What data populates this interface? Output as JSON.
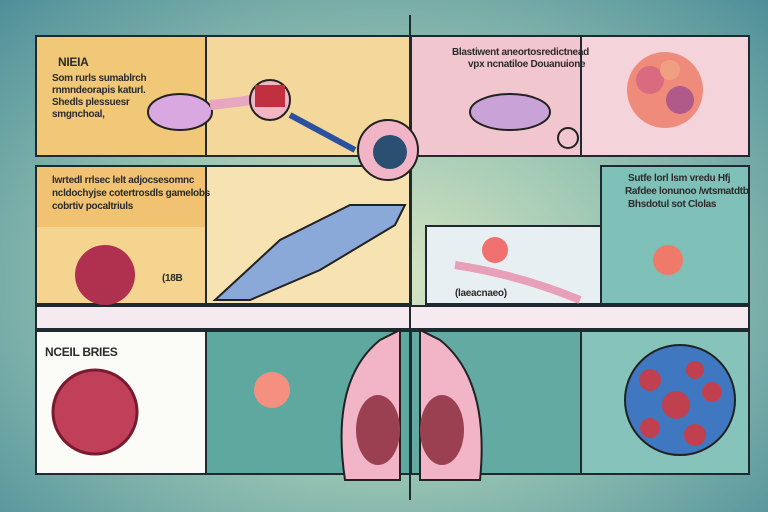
{
  "panel_top_left": {
    "title": "NIEIA",
    "lines": [
      "Som rurls sumablrch",
      "rnmndeorapis katurl.",
      "Shedls plessuesr",
      "smgnchoal,"
    ]
  },
  "panel_top_right": {
    "lines": [
      "Blastiwent aneortosredictnead",
      "vpx ncnatiloe Douanuione"
    ]
  },
  "panel_mid_left": {
    "lines": [
      "lwrtedl rrlsec lelt adjocsesomnc",
      "ncldochyjse cotertrosdls gamelobs",
      "cobrtiv pocaltriuls"
    ],
    "label": "(18B"
  },
  "panel_mid_right": {
    "lines": [
      "Sutfe lorl lsm vredu Hfj",
      "Rafdee lonunoo /wtsmatdtb",
      "Bhsdotul sot Clolas"
    ]
  },
  "panel_mid_center": {
    "label": "(laeacnaeo)"
  },
  "panel_bottom_left": {
    "title": "NCEIL BRIES"
  },
  "colors": {
    "yellow": "#f0c878",
    "pink": "#f2c6cf",
    "teal": "#6fb3aa",
    "blue": "#3f78c0",
    "red": "#c0404f"
  }
}
